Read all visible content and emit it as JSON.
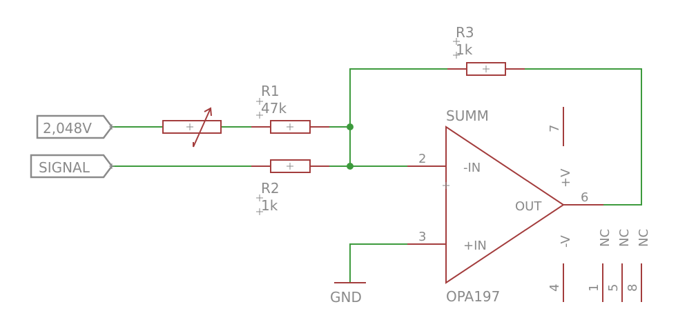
{
  "ports": {
    "ref": "2,048V",
    "signal": "SIGNAL"
  },
  "resistors": {
    "r1": {
      "name": "R1",
      "value": "47k"
    },
    "r2": {
      "name": "R2",
      "value": "1k"
    },
    "r3": {
      "name": "R3",
      "value": "1k"
    }
  },
  "opamp": {
    "name": "SUMM",
    "part": "OPA197",
    "in_minus": "-IN",
    "in_plus": "+IN",
    "out": "OUT",
    "vplus": "+V",
    "vminus": "-V",
    "pin_in_minus": "2",
    "pin_in_plus": "3",
    "pin_out": "6",
    "pin_vplus": "7",
    "pin_vminus": "4",
    "nc_pins": [
      "1",
      "5",
      "8"
    ],
    "nc_label": "NC"
  },
  "ground": "GND",
  "colors": {
    "wire": "#3c9a3c",
    "component": "#a33c3c",
    "label": "#8a8a8a"
  }
}
